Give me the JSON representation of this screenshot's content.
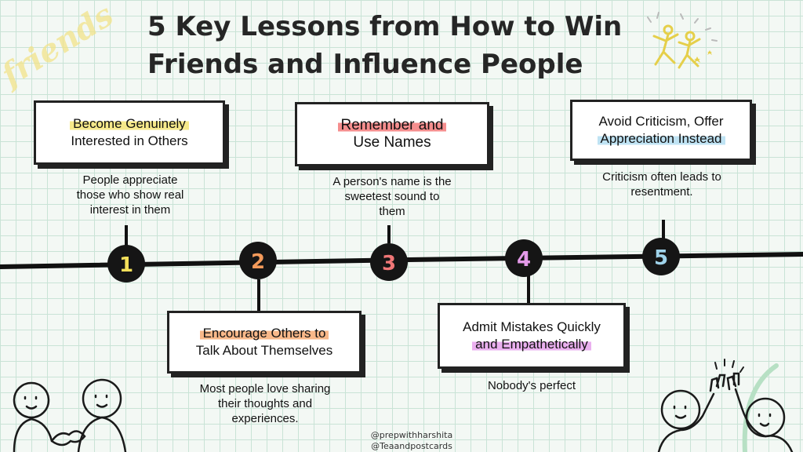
{
  "title": {
    "line1": "5 Key Lessons from How to Win",
    "line2": "Friends and Influence People"
  },
  "decor": {
    "friends_word": "friends"
  },
  "lessons": [
    {
      "number": "1",
      "color": "#f3df5a",
      "card_line1": "Become Genuinely",
      "card_line2": "Interested in Others",
      "highlight": "#f6e98a",
      "description": [
        "People appreciate",
        "those who show real",
        "interest in them"
      ]
    },
    {
      "number": "2",
      "color": "#f39a5a",
      "card_line1": "Encourage Others to",
      "card_line2": "Talk About Themselves",
      "highlight": "#f8b889",
      "description": [
        "Most people love sharing",
        "their thoughts and",
        "experiences."
      ]
    },
    {
      "number": "3",
      "color": "#f07777",
      "card_line1": "Remember and",
      "card_line2": "Use Names",
      "highlight": "#f58e8e",
      "description": [
        "A person's name is the",
        "sweetest sound to",
        "them"
      ]
    },
    {
      "number": "4",
      "color": "#e39ae8",
      "card_line1": "Admit Mistakes Quickly",
      "card_line2": "and Empathetically",
      "highlight": "#eab0ef",
      "description": [
        "Nobody's perfect"
      ]
    },
    {
      "number": "5",
      "color": "#9fd3ea",
      "card_line1": "Avoid Criticism, Offer",
      "card_line2": "Appreciation Instead",
      "highlight": "#bfe3f3",
      "description": [
        "Criticism often leads to",
        "resentment."
      ]
    }
  ],
  "credits": {
    "line1": "@prepwithharshita",
    "line2": "@Teaandpostcards"
  },
  "colors": {
    "line": "#111111",
    "node": "#151515",
    "grid": "#c9e3d6",
    "background": "#f3f8f4"
  }
}
